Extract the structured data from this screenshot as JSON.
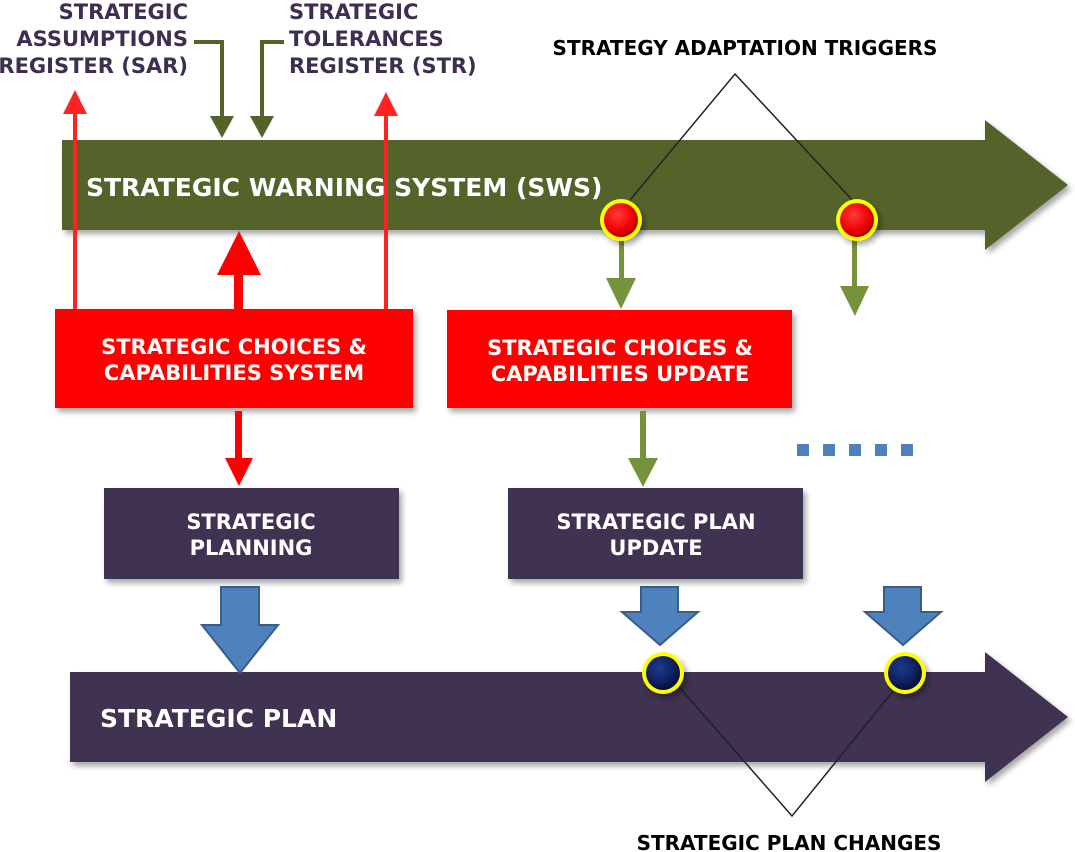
{
  "colors": {
    "sws_green": "#53632a",
    "arrow_green": "#76923c",
    "red": "#ff0000",
    "purple": "#403151",
    "blue": "#4f81bd",
    "blue_dark": "#385d8a",
    "yellow_ring": "#ffff00",
    "node_red": "#ff0000",
    "node_navy": "#0d1f5c",
    "register_text": "#3d2f4f"
  },
  "registers": {
    "sar": {
      "lines": [
        "STRATEGIC",
        "ASSUMPTIONS",
        "REGISTER (SAR)"
      ]
    },
    "str": {
      "lines": [
        "STRATEGIC",
        "TOLERANCES",
        "REGISTER (STR)"
      ]
    }
  },
  "sws": {
    "label": "STRATEGIC WARNING SYSTEM (SWS)"
  },
  "triggers": {
    "label": "STRATEGY ADAPTATION TRIGGERS",
    "count": 2
  },
  "boxes": {
    "choices_system": {
      "lines": [
        "STRATEGIC CHOICES &",
        "CAPABILITIES SYSTEM"
      ]
    },
    "choices_update": {
      "lines": [
        "STRATEGIC CHOICES &",
        "CAPABILITIES UPDATE"
      ]
    },
    "planning": {
      "lines": [
        "STRATEGIC",
        "PLANNING"
      ]
    },
    "plan_update": {
      "lines": [
        "STRATEGIC PLAN",
        "UPDATE"
      ]
    }
  },
  "ellipsis": {
    "dots": 5
  },
  "plan": {
    "label": "STRATEGIC PLAN"
  },
  "changes": {
    "label": "STRATEGIC PLAN CHANGES",
    "count": 2
  }
}
